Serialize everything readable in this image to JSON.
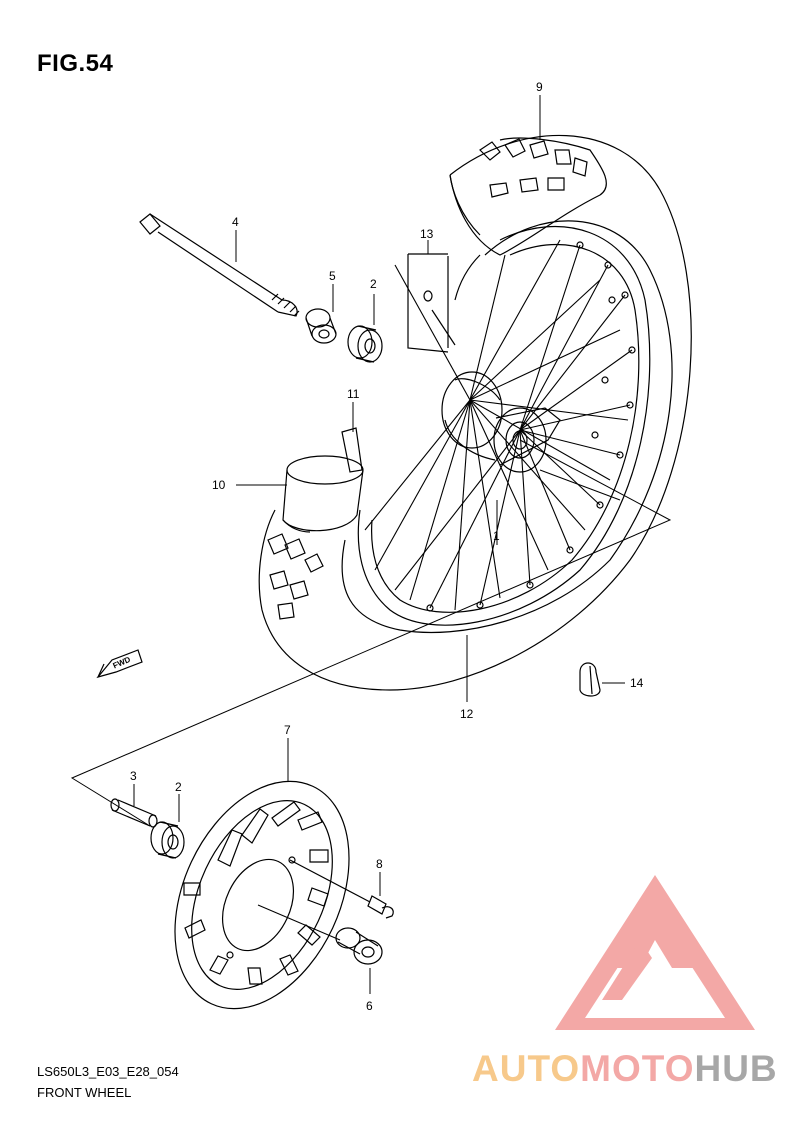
{
  "figure": {
    "title": "FIG.54"
  },
  "footer": {
    "model_code": "LS650L3_E03_E28_054",
    "name": "FRONT WHEEL"
  },
  "direction_marker": {
    "text": "FWD"
  },
  "callouts": [
    "1",
    "2",
    "2",
    "3",
    "4",
    "5",
    "6",
    "7",
    "8",
    "9",
    "10",
    "11",
    "12",
    "13",
    "14"
  ],
  "watermark": {
    "part1": "AUTO",
    "part2": "MOTO",
    "part3": "HUB"
  },
  "colors": {
    "line": "#000000",
    "watermark_orange": "#f7c98b",
    "watermark_red": "#f3a8a6",
    "watermark_gray": "#a7a7a7"
  }
}
